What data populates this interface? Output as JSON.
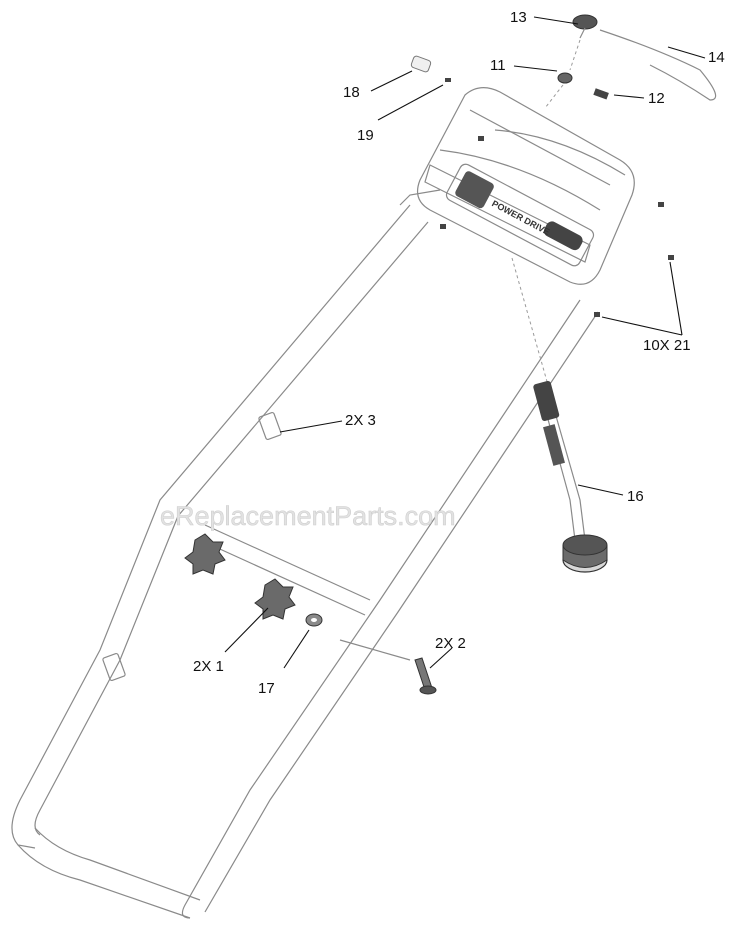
{
  "watermark": "eReplacementParts.com",
  "callouts": {
    "c13": "13",
    "c14": "14",
    "c11": "11",
    "c12": "12",
    "c18": "18",
    "c19": "19",
    "c10x21": "10X 21",
    "c2x3": "2X 3",
    "c16": "16",
    "c2x2": "2X 2",
    "c2x1": "2X 1",
    "c17": "17"
  },
  "decal": {
    "line1": "POWER DRIVE"
  }
}
